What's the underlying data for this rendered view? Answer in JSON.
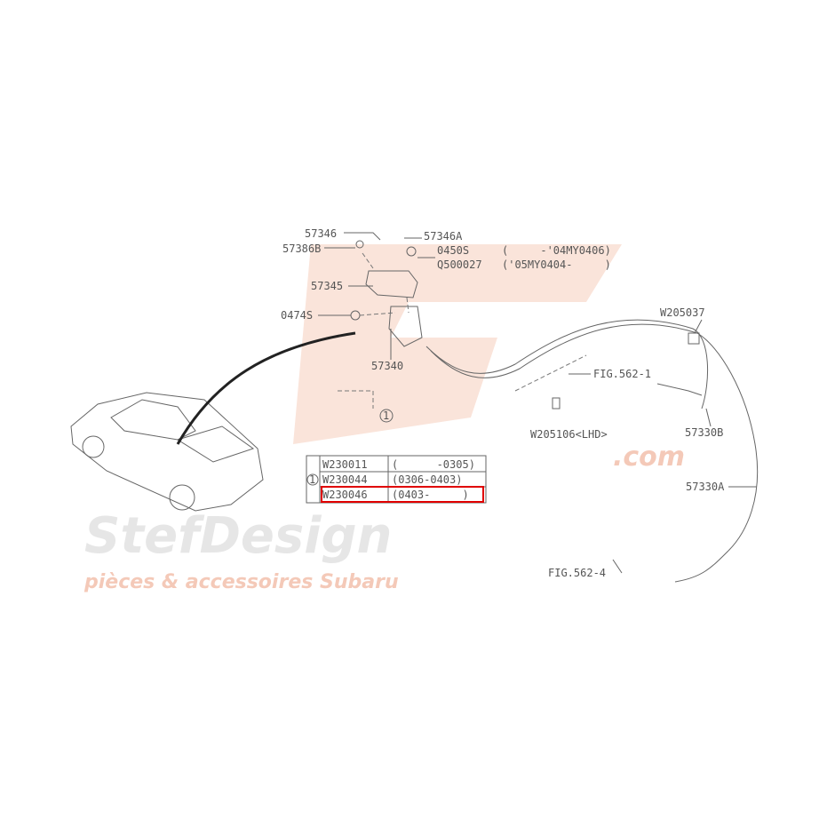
{
  "watermark": {
    "brand": "StefDesign",
    "domain": ".com",
    "tagline": "pièces & accessoires Subaru",
    "color": "#f4c9b8"
  },
  "labels": {
    "p57346": "57346",
    "p57386B": "57386B",
    "p57346A": "57346A",
    "p0450S": "0450S",
    "p0450S_range": "(     -'04MY0406)",
    "pQ500027": "Q500027",
    "pQ500027_range": "('05MY0404-     )",
    "p57345": "57345",
    "p0474S": "0474S",
    "p57340": "57340",
    "pW205037": "W205037",
    "fig562_1": "FIG.562-1",
    "p57330B": "57330B",
    "pW205106": "W205106<LHD>",
    "p57330A": "57330A",
    "fig562_4": "FIG.562-4",
    "callout_marker": "1"
  },
  "table": {
    "marker": "1",
    "rows": [
      {
        "part": "W230011",
        "range": "(      -0305)"
      },
      {
        "part": "W230044",
        "range": "(0306-0403)"
      },
      {
        "part": "W230046",
        "range": "(0403-     )",
        "highlighted": true
      }
    ],
    "highlight_color": "#e00000"
  }
}
